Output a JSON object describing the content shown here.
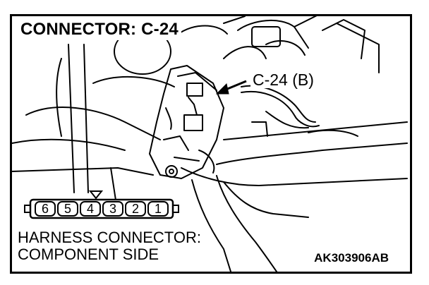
{
  "header": {
    "title": "CONNECTOR: C-24"
  },
  "callout": {
    "label": "C-24 (B)"
  },
  "harness_connector": {
    "pins": [
      "6",
      "5",
      "4",
      "3",
      "2",
      "1"
    ],
    "caption_line1": "HARNESS CONNECTOR:",
    "caption_line2": "COMPONENT SIDE"
  },
  "footer": {
    "figure_code": "AK303906AB"
  }
}
